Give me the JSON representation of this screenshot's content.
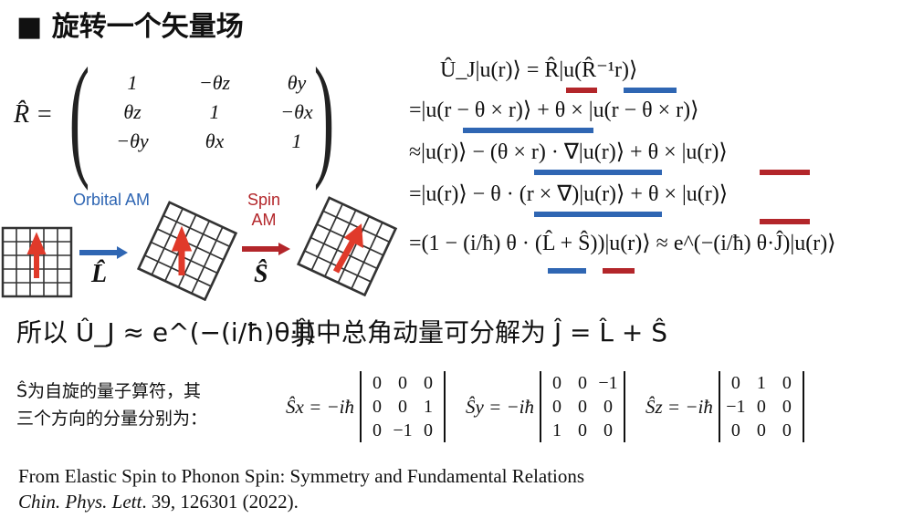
{
  "title": "■ 旋转一个矢量场",
  "rotation_matrix": {
    "label": "R̂ =",
    "rows": [
      [
        "1",
        "−θz",
        "θy"
      ],
      [
        "θz",
        "1",
        "−θx"
      ],
      [
        "−θy",
        "θx",
        "1"
      ]
    ]
  },
  "figure": {
    "orbital_label": "Orbital AM",
    "orbital_op": "L̂",
    "spin_label": "Spin AM",
    "spin_op": "Ŝ",
    "colors": {
      "orbital": "#2f66b3",
      "spin": "#b3262a",
      "arrow": "#e03a2a"
    }
  },
  "equations": [
    "Û_J|u(r)⟩ = R̂|u(R̂⁻¹r)⟩",
    "=|u(r − θ × r)⟩ + θ × |u(r − θ × r)⟩",
    "≈|u(r)⟩ − (θ × r) · ∇|u(r)⟩ + θ × |u(r)⟩",
    "=|u(r)⟩ − θ · (r × ∇)|u(r)⟩ + θ × |u(r)⟩",
    "=(1 − (i/ħ) θ · (L̂ + Ŝ))|u(r)⟩ ≈ e^(−(i/ħ) θ·Ĵ)|u(r)⟩"
  ],
  "summary": {
    "left": "所以 Û_J ≈ e^(−(i/ħ)θ·Ĵ)",
    "right": "其中总角动量可分解为 Ĵ = L̂ + Ŝ"
  },
  "spin_note": {
    "line1": "Ŝ为自旋的量子算符，其",
    "line2": "三个方向的分量分别为："
  },
  "spin_matrices": [
    {
      "label": "Ŝx = −iħ",
      "rows": [
        [
          "0",
          "0",
          "0"
        ],
        [
          "0",
          "0",
          "1"
        ],
        [
          "0",
          "−1",
          "0"
        ]
      ]
    },
    {
      "label": "Ŝy = −iħ",
      "rows": [
        [
          "0",
          "0",
          "−1"
        ],
        [
          "0",
          "0",
          "0"
        ],
        [
          "1",
          "0",
          "0"
        ]
      ]
    },
    {
      "label": "Ŝz = −iħ",
      "rows": [
        [
          "0",
          "1",
          "0"
        ],
        [
          "−1",
          "0",
          "0"
        ],
        [
          "0",
          "0",
          "0"
        ]
      ]
    }
  ],
  "citation": {
    "title": "From Elastic Spin to Phonon Spin: Symmetry and Fundamental Relations",
    "journal": "Chin. Phys. Lett",
    "rest": ". 39, 126301 (2022)."
  }
}
